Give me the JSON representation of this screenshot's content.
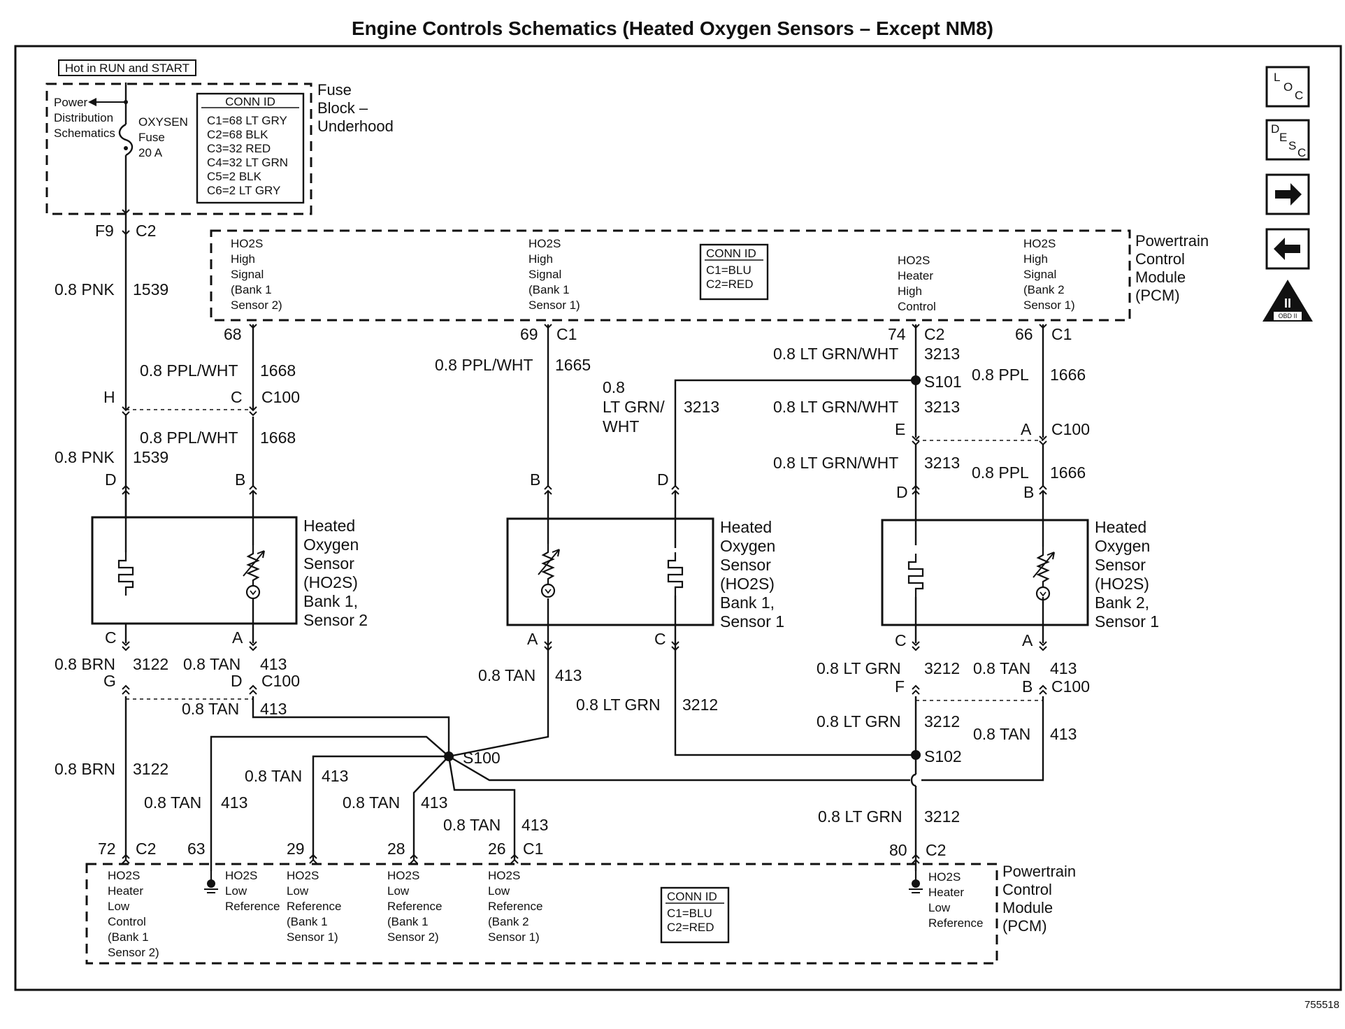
{
  "title": "Engine Controls Schematics (Heated Oxygen Sensors – Except NM8)",
  "figure_id": "755518",
  "nav_icons": {
    "loc": [
      "L",
      "O",
      "C"
    ],
    "desc": [
      "D",
      "E",
      "S",
      "C"
    ],
    "obd": "OBD II",
    "obd_numeral": "II"
  },
  "fuse_block": {
    "hot_label": "Hot in RUN and START",
    "power_label": [
      "Power",
      "Distribution",
      "Schematics"
    ],
    "fuse_name": "OXYSEN",
    "fuse_word": "Fuse",
    "fuse_rating": "20 A",
    "name": [
      "Fuse",
      "Block –",
      "Underhood"
    ],
    "conn_title": "CONN ID",
    "conn_rows": [
      "C1=68 LT GRY",
      "C2=68 BLK",
      "C3=32 RED",
      "C4=32 LT GRN",
      "C5=2 BLK",
      "C6=2 LT GRY"
    ],
    "pin": "F9",
    "conn": "C2"
  },
  "pcm_top": {
    "name": [
      "Powertrain",
      "Control",
      "Module",
      "(PCM)"
    ],
    "conn_title": "CONN ID",
    "conn_rows": [
      "C1=BLU",
      "C2=RED"
    ],
    "labels": {
      "b1s2_signal": [
        "HO2S",
        "High",
        "Signal",
        "(Bank 1",
        "Sensor 2)"
      ],
      "b1s1_signal": [
        "HO2S",
        "High",
        "Signal",
        "(Bank 1",
        "Sensor 1)"
      ],
      "heater_high": [
        "HO2S",
        "Heater",
        "High",
        "Control"
      ],
      "b2s1_signal": [
        "HO2S",
        "High",
        "Signal",
        "(Bank 2",
        "Sensor 1)"
      ]
    },
    "pins": {
      "p68": "68",
      "p69": "69",
      "p69_conn": "C1",
      "p74": "74",
      "p74_conn": "C2",
      "p66": "66",
      "p66_conn": "C1"
    }
  },
  "pcm_bottom": {
    "name": [
      "Powertrain",
      "Control",
      "Module",
      "(PCM)"
    ],
    "conn_title": "CONN ID",
    "conn_rows": [
      "C1=BLU",
      "C2=RED"
    ],
    "labels": {
      "heater_low": [
        "HO2S",
        "Heater",
        "Low",
        "Control",
        "(Bank 1",
        "Sensor 2)"
      ],
      "low_ref": [
        "HO2S",
        "Low",
        "Reference"
      ],
      "low_ref_b1s1": [
        "HO2S",
        "Low",
        "Reference",
        "(Bank 1",
        "Sensor 1)"
      ],
      "low_ref_b1s2": [
        "HO2S",
        "Low",
        "Reference",
        "(Bank 1",
        "Sensor 2)"
      ],
      "low_ref_b2s1": [
        "HO2S",
        "Low",
        "Reference",
        "(Bank 2",
        "Sensor 1)"
      ],
      "heater_low_ref": [
        "HO2S",
        "Heater",
        "Low",
        "Reference"
      ]
    },
    "pins": {
      "p72": "72",
      "p72_conn": "C2",
      "p63": "63",
      "p29": "29",
      "p28": "28",
      "p26": "26",
      "p26_conn": "C1",
      "p80": "80",
      "p80_conn": "C2"
    }
  },
  "sensors": [
    {
      "name": [
        "Heated",
        "Oxygen",
        "Sensor",
        "(HO2S)",
        "Bank 1,",
        "Sensor 2"
      ],
      "pins": [
        "D",
        "B",
        "C",
        "A"
      ]
    },
    {
      "name": [
        "Heated",
        "Oxygen",
        "Sensor",
        "(HO2S)",
        "Bank 1,",
        "Sensor 1"
      ],
      "pins": [
        "B",
        "D",
        "A",
        "C"
      ]
    },
    {
      "name": [
        "Heated",
        "Oxygen",
        "Sensor",
        "(HO2S)",
        "Bank 2,",
        "Sensor 1"
      ],
      "pins": [
        "D",
        "B",
        "C",
        "A"
      ]
    }
  ],
  "wires": {
    "pnk": "0.8 PNK",
    "pnk_ckt": "1539",
    "ppl_wht": "0.8 PPL/WHT",
    "ckt_1668": "1668",
    "ckt_1665": "1665",
    "ltgrn_wht": "0.8 LT GRN/WHT",
    "ckt_3213": "3213",
    "ltgrn_wht_stack": [
      "0.8",
      "LT GRN/",
      "WHT"
    ],
    "ppl": "0.8 PPL",
    "ckt_1666": "1666",
    "brn": "0.8 BRN",
    "ckt_3122": "3122",
    "tan": "0.8 TAN",
    "ckt_413": "413",
    "ltgrn": "0.8 LT GRN",
    "ckt_3212": "3212"
  },
  "connectors": {
    "c100": "C100",
    "h": "H",
    "c": "C",
    "e": "E",
    "a": "A",
    "g": "G",
    "d": "D",
    "f": "F",
    "b": "B"
  },
  "splices": {
    "s100": "S100",
    "s101": "S101",
    "s102": "S102"
  }
}
